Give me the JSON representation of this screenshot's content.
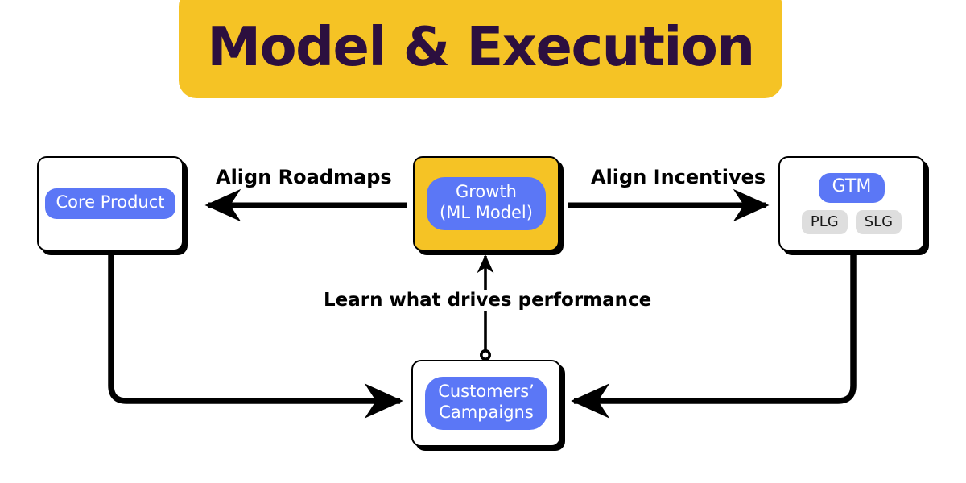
{
  "title": {
    "text": "Model & Execution"
  },
  "colors": {
    "banner_yellow": "#f5c325",
    "title_purple": "#2c0f3f",
    "pill_blue": "#5b77f6",
    "pill_gray": "#dedede",
    "stroke_black": "#000000",
    "canvas_white": "#ffffff"
  },
  "nodes": {
    "core_product": {
      "label": "Core Product"
    },
    "growth": {
      "line1": "Growth",
      "line2": "(ML Model)"
    },
    "gtm": {
      "label": "GTM",
      "tags": [
        "PLG",
        "SLG"
      ]
    },
    "campaigns": {
      "line1": "Customers’",
      "line2": "Campaigns"
    }
  },
  "edges": {
    "align_roadmaps": "Align Roadmaps",
    "align_incentives": "Align Incentives",
    "learn_performance": "Learn what drives performance"
  }
}
